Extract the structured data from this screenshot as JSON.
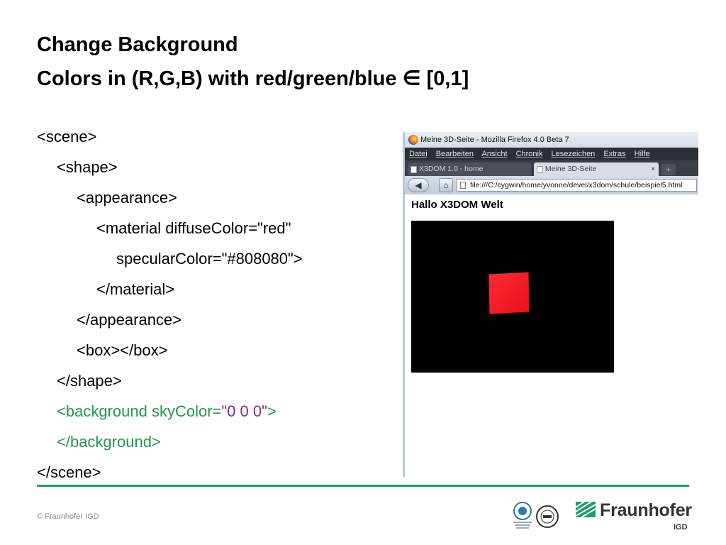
{
  "slide": {
    "title_line1": "Change Background",
    "title_line2": "Colors in (R,G,B) with red/green/blue ∈ [0,1]"
  },
  "code": {
    "scene_open": "<scene>",
    "shape_open": "<shape>",
    "appearance_open": "<appearance>",
    "material_open": "<material diffuseColor=\"red\"",
    "specular_attr": "specularColor=\"#808080\">",
    "material_close": "</material>",
    "appearance_close": "</appearance>",
    "box": "<box></box>",
    "shape_close": "</shape>",
    "background_tag": "<background",
    "background_attr": "skyColor=",
    "background_value": "\"0 0 0\"",
    "background_end": ">",
    "background_close": "</background>",
    "scene_close": "</scene>"
  },
  "browser": {
    "window_title": "Meine 3D-Seite - Mozilla Firefox 4.0 Beta 7",
    "menu": [
      "Datei",
      "Bearbeiten",
      "Ansicht",
      "Chronik",
      "Lesezeichen",
      "Extras",
      "Hilfe"
    ],
    "tabs": [
      {
        "label": "X3DOM 1.0 - home"
      },
      {
        "label": "Meine 3D-Seite",
        "close": "×"
      }
    ],
    "new_tab": "+",
    "url": "file:///C:/cygwin/home/yvonne/devel/x3dom/schule/beispiel5.html",
    "page_heading": "Hallo X3DOM Welt",
    "cube_color": "#ff1f2a",
    "canvas_color": "#000000"
  },
  "footer": {
    "copyright": "© Fraunhofer IGD",
    "logo_name": "Fraunhofer",
    "logo_sub": "IGD",
    "accent_color": "#1f9a72"
  }
}
